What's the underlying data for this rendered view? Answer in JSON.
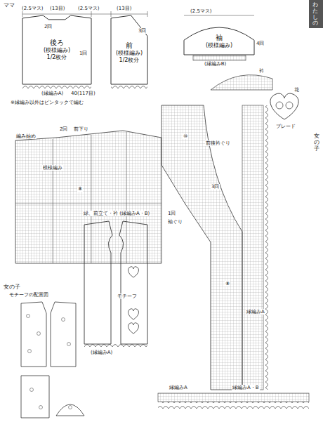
{
  "diagram": {
    "nodes": [
      {
        "text": [
          "後ろ",
          "(模様編み)",
          "1/2枚分"
        ]
      },
      {
        "text": [
          "前",
          "(模様編み)",
          "1/2枚分"
        ]
      },
      {
        "text": [
          "袖",
          "(模様編み)"
        ]
      }
    ],
    "labels": [
      "ママ",
      "(2.5マス)",
      "(13目)",
      "(2.5マス)",
      "(13目)",
      "(2.5マス)",
      "2回",
      "1回",
      "3回",
      "(縁編みA)",
      "40(117目)",
      "※縁編み以外はピンタックで編む",
      "4回",
      "(縁編みB)",
      "衿",
      "編み始め",
      "2回",
      "前下り",
      "模様編み",
      "⑧",
      "⑨",
      "1回",
      "袖ぐり",
      "3回",
      "⑩",
      "前後衿ぐり",
      "縁編みA",
      "⑧",
      "縁編みA",
      "縁編みA・B",
      "女の子",
      "モチーフの配置図",
      "緑、前立て・衿 (縁編みA・B)",
      "モチーフ",
      "(縁編みA)",
      "花",
      "ブレード",
      "わたしの",
      "女の子"
    ]
  }
}
